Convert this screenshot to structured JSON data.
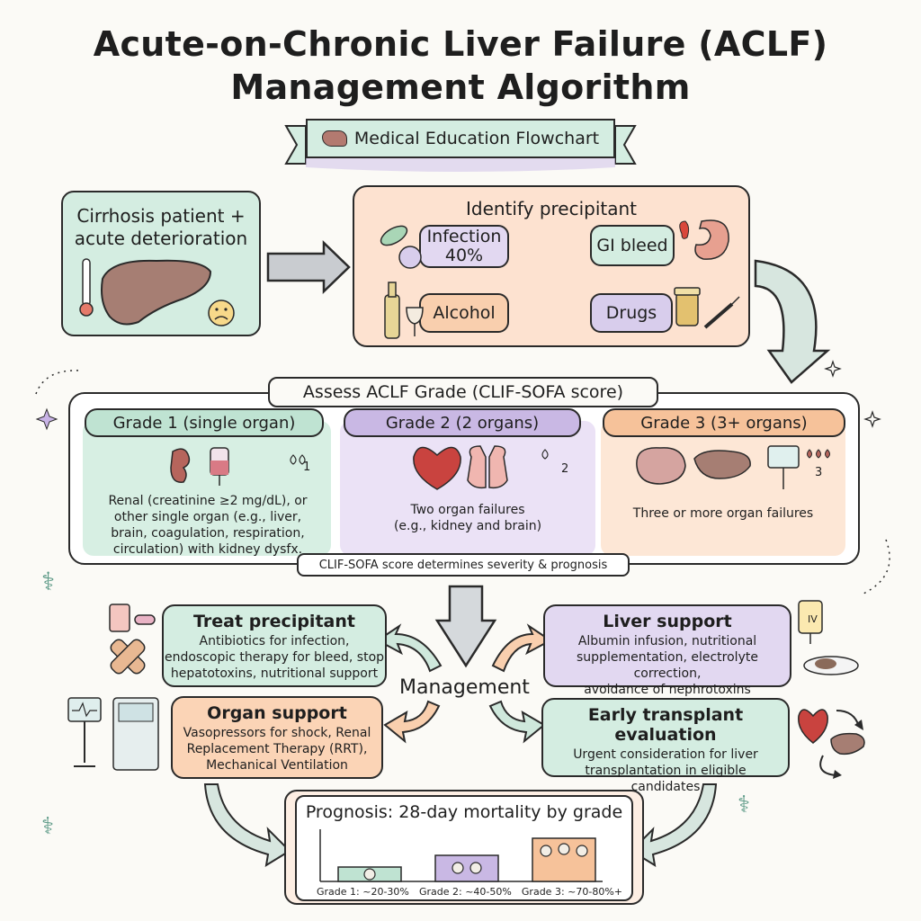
{
  "title": {
    "line1": "Acute-on-Chronic Liver Failure (ACLF)",
    "line2": "Management Algorithm"
  },
  "banner": {
    "label": "Medical Education Flowchart"
  },
  "start": {
    "line1": "Cirrhosis patient +",
    "line2": "acute deterioration"
  },
  "precipitant": {
    "heading": "Identify precipitant",
    "items": [
      {
        "label": "Infection",
        "sub": "40%"
      },
      {
        "label": "GI bleed"
      },
      {
        "label": "Alcohol"
      },
      {
        "label": "Drugs"
      }
    ]
  },
  "assess": {
    "heading": "Assess ACLF Grade (CLIF-SOFA score)",
    "footer": "CLIF-SOFA score determines severity & prognosis",
    "grades": [
      {
        "label": "Grade 1 (single organ)",
        "count": "1",
        "desc": [
          "Renal (creatinine ≥2 mg/dL), or",
          "other single organ (e.g., liver,",
          "brain, coagulation, respiration,",
          "circulation) with kidney dysfx."
        ]
      },
      {
        "label": "Grade 2 (2 organs)",
        "count": "2",
        "desc": [
          "Two organ failures",
          "(e.g., kidney and brain)"
        ]
      },
      {
        "label": "Grade 3 (3+ organs)",
        "count": "3",
        "desc": [
          "Three or more organ failures"
        ]
      }
    ]
  },
  "management": {
    "label": "Management",
    "treat": {
      "heading": "Treat precipitant",
      "lines": [
        "Antibiotics for infection,",
        "endoscopic therapy for bleed, stop",
        "hepatotoxins, nutritional support"
      ]
    },
    "liver": {
      "heading": "Liver support",
      "lines": [
        "Albumin infusion, nutritional",
        "supplementation, electrolyte correction,",
        "avoidance of nephrotoxins"
      ]
    },
    "organ": {
      "heading": "Organ support",
      "lines": [
        "Vasopressors for shock, Renal",
        "Replacement Therapy (RRT),",
        "Mechanical Ventilation"
      ]
    },
    "transplant": {
      "heading": "Early transplant evaluation",
      "lines": [
        "Urgent consideration for liver",
        "transplantation in eligible",
        "candidates"
      ]
    },
    "iv_label": "IV"
  },
  "prognosis": {
    "heading": "Prognosis: 28-day mortality by grade",
    "bars": [
      {
        "label": "Grade 1: ~20-30%",
        "mortality_pct": 25,
        "color": "#bfe3d2"
      },
      {
        "label": "Grade 2: ~40-50%",
        "mortality_pct": 45,
        "color": "#c9b8e4"
      },
      {
        "label": "Grade 3: ~70-80%+",
        "mortality_pct": 75,
        "color": "#f6c29a"
      }
    ]
  },
  "colors": {
    "mint": "#d4ede1",
    "lavender": "#e2d8f1",
    "peach": "#fbdcc4",
    "cream": "#fdeee3",
    "ink": "#2a2a2a"
  }
}
